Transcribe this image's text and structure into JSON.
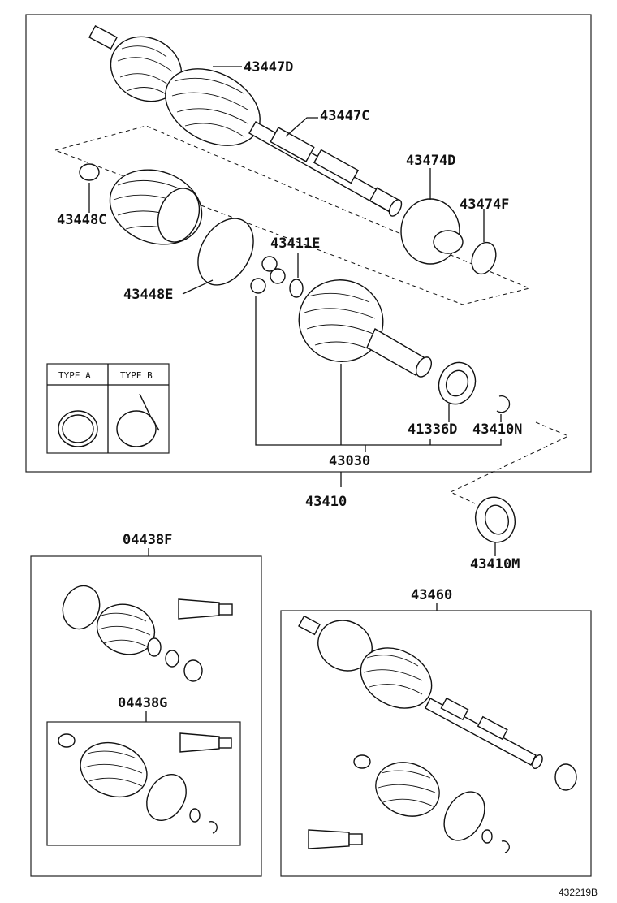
{
  "labels": {
    "p43447D": "43447D",
    "p43447C": "43447C",
    "p43474D": "43474D",
    "p43474F": "43474F",
    "p43448C": "43448C",
    "p43411E": "43411E",
    "p43448E": "43448E",
    "p41336D": "41336D",
    "p43410N": "43410N",
    "p43030": "43030",
    "p43410": "43410",
    "p43410M": "43410M",
    "p04438F": "04438F",
    "p04438G": "04438G",
    "p43460": "43460"
  },
  "inset": {
    "type_a": "TYPE A",
    "type_b": "TYPE B"
  },
  "figure_code": "432219B"
}
